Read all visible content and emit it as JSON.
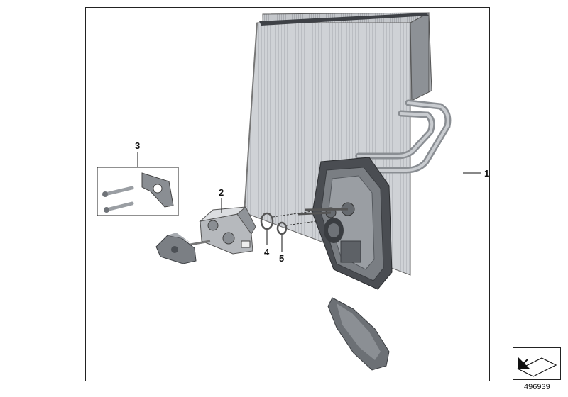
{
  "callouts": {
    "c1": "1",
    "c2": "2",
    "c3": "3",
    "c4": "4",
    "c5": "5"
  },
  "diagram_id": "496939",
  "colors": {
    "frame": "#222222",
    "part_light": "#d4d6d9",
    "part_mid": "#a9adb2",
    "part_dark": "#55595e",
    "housing": "#4a4d52"
  },
  "icons": {
    "reference": "arrow-sheet-icon"
  }
}
